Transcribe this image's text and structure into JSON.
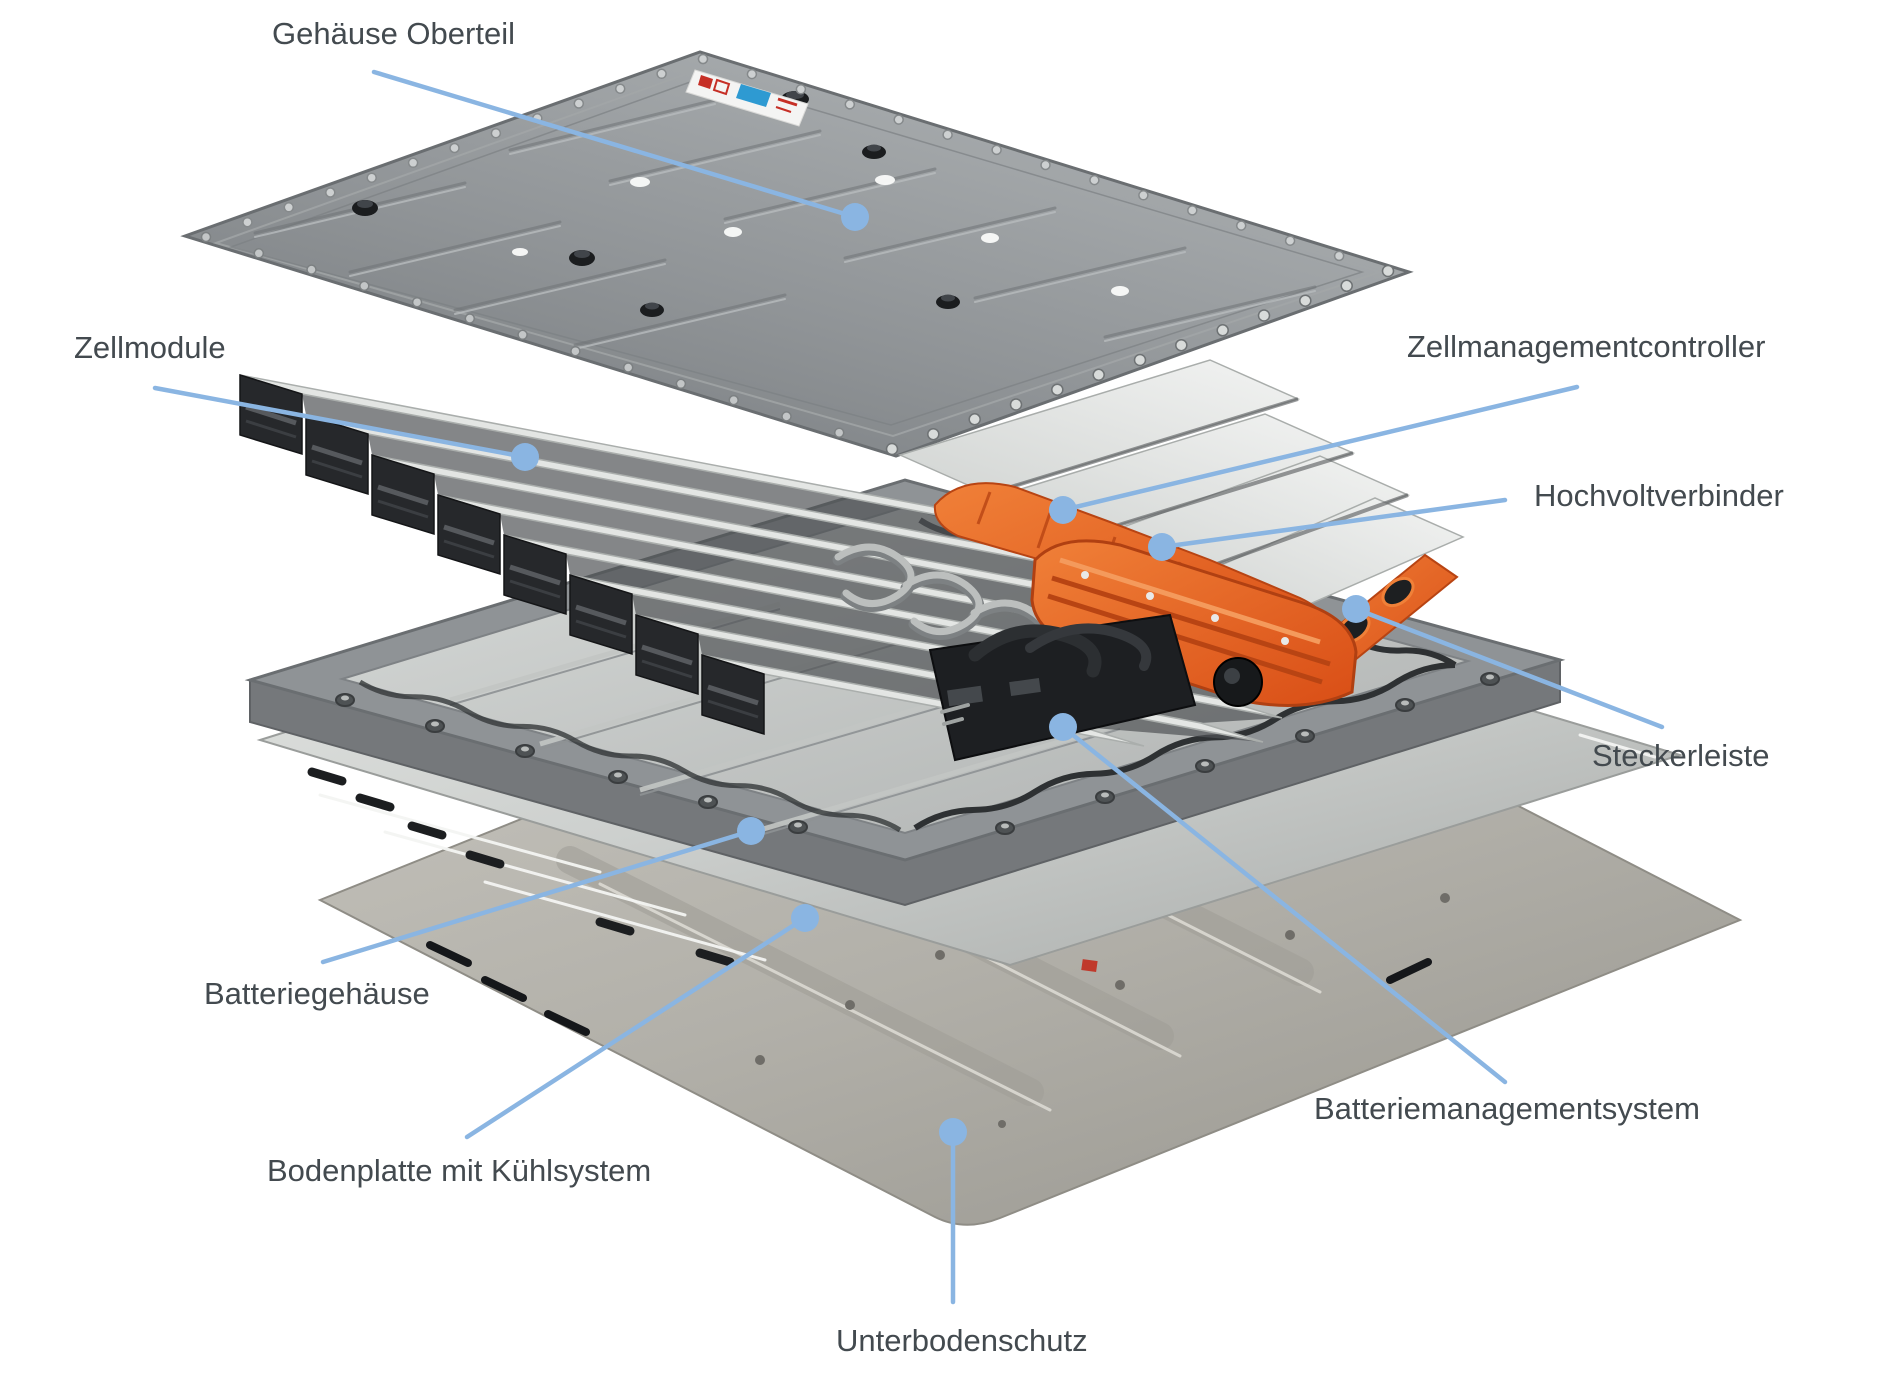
{
  "diagram": {
    "type": "exploded-view",
    "subject": "EV battery system (Batteriesystem)",
    "background_color": "#ffffff",
    "accent_line_color": "#8ab5e2",
    "label_text_color": "#434a4f",
    "part_colors": {
      "housing_gray": "#8f9396",
      "module_silver": "#e9ebe9",
      "module_front_black": "#26282b",
      "hv_orange": "#e2571f",
      "bms_black": "#1d1f22",
      "cooling_plate_silver": "#d9dbd8",
      "underbody_beige": "#b7b5ae"
    },
    "callouts": [
      {
        "id": "gehaeuse-oberteil",
        "label": "Gehäuse Oberteil"
      },
      {
        "id": "zellmodule",
        "label": "Zellmodule"
      },
      {
        "id": "zellmanagementcontroller",
        "label": "Zellmanagementcontroller"
      },
      {
        "id": "hochvoltverbinder",
        "label": "Hochvoltverbinder"
      },
      {
        "id": "steckerleiste",
        "label": "Steckerleiste"
      },
      {
        "id": "batteriegehaeuse",
        "label": "Batteriegehäuse"
      },
      {
        "id": "bodenplatte",
        "label": "Bodenplatte mit Kühlsystem"
      },
      {
        "id": "batteriemanagementsystem",
        "label": "Batteriemanagementsystem"
      },
      {
        "id": "unterbodenschutz",
        "label": "Unterbodenschutz"
      }
    ]
  }
}
